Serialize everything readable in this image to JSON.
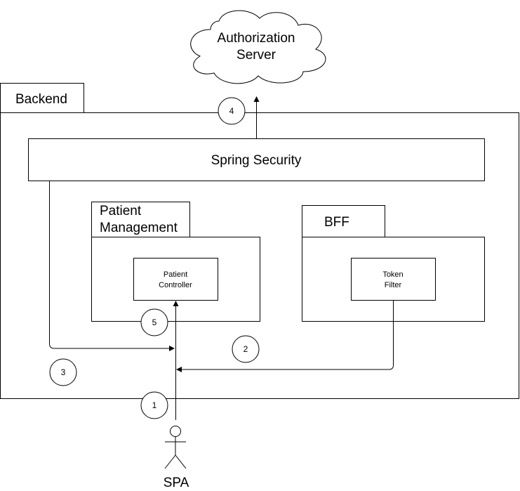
{
  "auth_server": {
    "line1": "Authorization",
    "line2": "Server"
  },
  "backend": {
    "label": "Backend"
  },
  "spring_security": {
    "label": "Spring Security"
  },
  "patient_management": {
    "line1": "Patient",
    "line2": "Management"
  },
  "patient_controller": {
    "line1": "Patient",
    "line2": "Controller"
  },
  "bff": {
    "label": "BFF"
  },
  "token_filter": {
    "line1": "Token",
    "line2": "Filter"
  },
  "steps": [
    "1",
    "2",
    "3",
    "4",
    "5"
  ],
  "actor": {
    "label": "SPA"
  }
}
